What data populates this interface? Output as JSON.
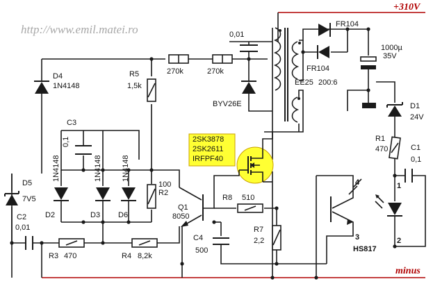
{
  "website": "http://www.emil.matei.ro",
  "rails": {
    "positive": "+310V",
    "negative": "minus"
  },
  "mosfet_options": [
    "2SK3878",
    "2SK2611",
    "IRFPF40"
  ],
  "colors": {
    "rail_label": "#b00000",
    "mosfet_highlight": "#ffff33",
    "mosfet_outline": "#c8a000",
    "url_text": "#a8a8a8"
  },
  "labels": {
    "c_001_top": "0,01",
    "fr104_a": "FR104",
    "fr104_b": "FR104",
    "cap_1000u": "1000µ",
    "cap_35v": "35V",
    "r_270k_a": "270k",
    "r_270k_b": "270k",
    "transformer": "EE25",
    "turns": "200:6",
    "byv": "BYV26E",
    "d4_ref": "D4",
    "d4_val": "1N4148",
    "r5_ref": "R5",
    "r5_val": "1,5k",
    "d1_ref": "D1",
    "d1_val": "24V",
    "c3_ref": "C3",
    "c3_val": "0,1",
    "r1_ref": "R1",
    "r1_val": "470",
    "c1_ref": "C1",
    "c1_val": "0,1",
    "d2_val": "1N4148",
    "d3_val": "1N4148",
    "d6_val": "1N4148",
    "d2_ref": "D2",
    "d3_ref": "D3",
    "d6_ref": "D6",
    "r2_val": "100",
    "r2_ref": "R2",
    "d5_ref": "D5",
    "d5_val": "7V5",
    "c2_ref": "C2",
    "c2_val": "0,01",
    "q1_ref": "Q1",
    "q1_val": "8050",
    "r8_ref": "R8",
    "r8_val": "510",
    "c4_ref": "C4",
    "c4_val": "500",
    "r7_ref": "R7",
    "r7_val": "2,2",
    "r3_ref": "R3",
    "r3_val": "470",
    "r4_ref": "R4",
    "r4_val": "8,2k",
    "opto_ref": "HS817",
    "pin1": "1",
    "pin2": "2",
    "pin3": "3",
    "pin4": "4"
  }
}
